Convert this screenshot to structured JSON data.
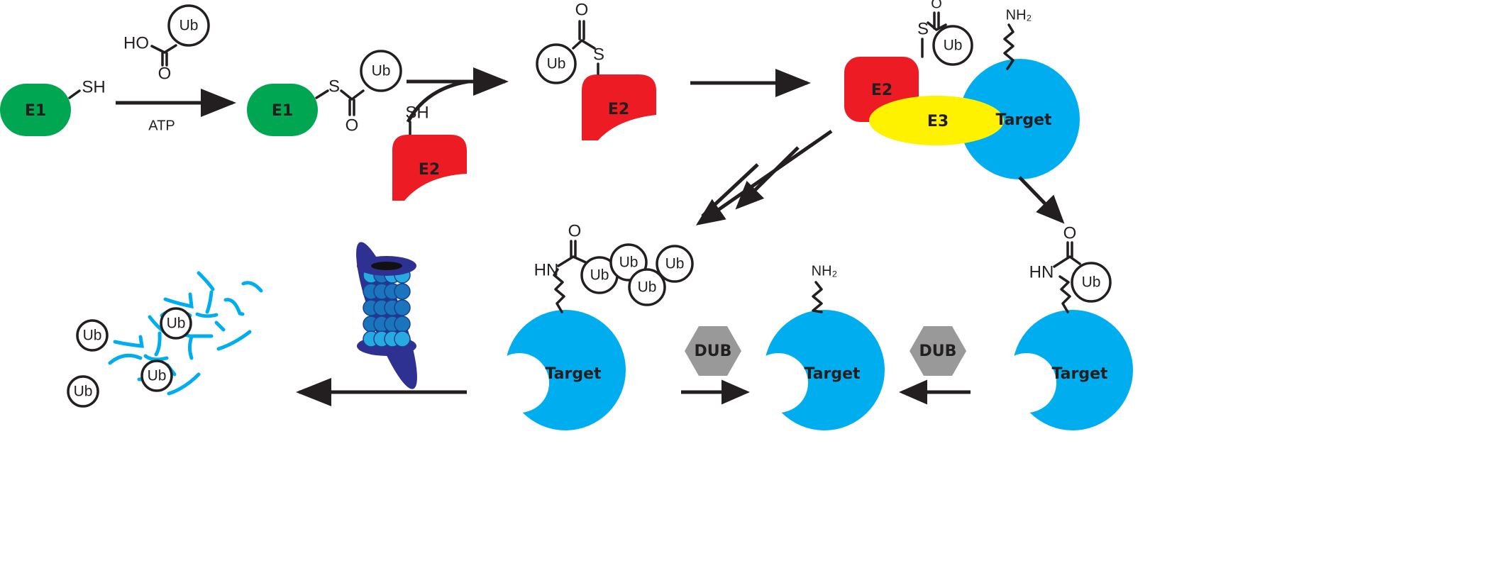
{
  "colors": {
    "e1": "#00a651",
    "e2": "#ed1c24",
    "e3": "#fff200",
    "target": "#00aeef",
    "dub": "#999999",
    "proteasome_cap": "#2e3192",
    "proteasome_core": "#1b75bc",
    "proteasome_light": "#27aae1"
  },
  "labels": {
    "e1": "E1",
    "e2": "E2",
    "e3": "E3",
    "target": "Target",
    "ub": "Ub",
    "dub": "DUB",
    "sh": "SH",
    "s": "S",
    "o": "O",
    "ho": "HO",
    "hn": "HN",
    "nh2": "NH₂",
    "atp": "ATP"
  }
}
